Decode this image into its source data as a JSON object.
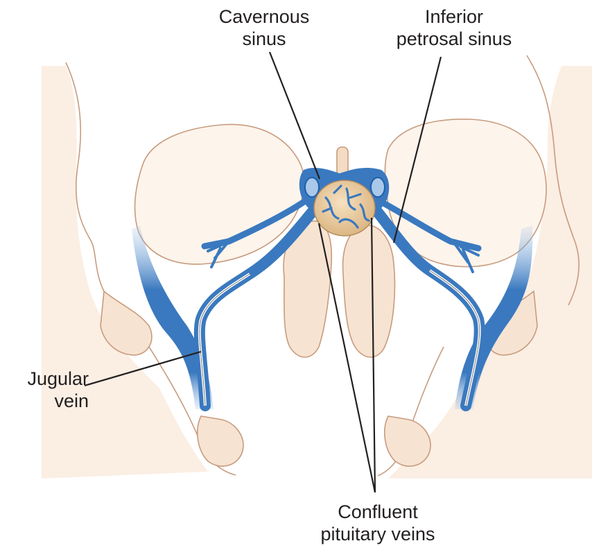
{
  "colors": {
    "bone": "#f7e3d2",
    "bone_dark": "#e9c6ab",
    "bone_outline": "#c79b7d",
    "vein": "#3a79bf",
    "vein_light": "#a9c8ea",
    "vein_dark": "#1f5fa6",
    "gland": "#e9c99c",
    "line": "#231f20"
  },
  "labels": {
    "cavernous_sinus": [
      "Cavernous",
      "sinus"
    ],
    "inferior_petrosal_sinus": [
      "Inferior",
      "petrosal sinus"
    ],
    "jugular_vein": [
      "Jugular",
      "vein"
    ],
    "confluent_pituitary_veins": [
      "Confluent",
      "pituitary veins"
    ]
  }
}
